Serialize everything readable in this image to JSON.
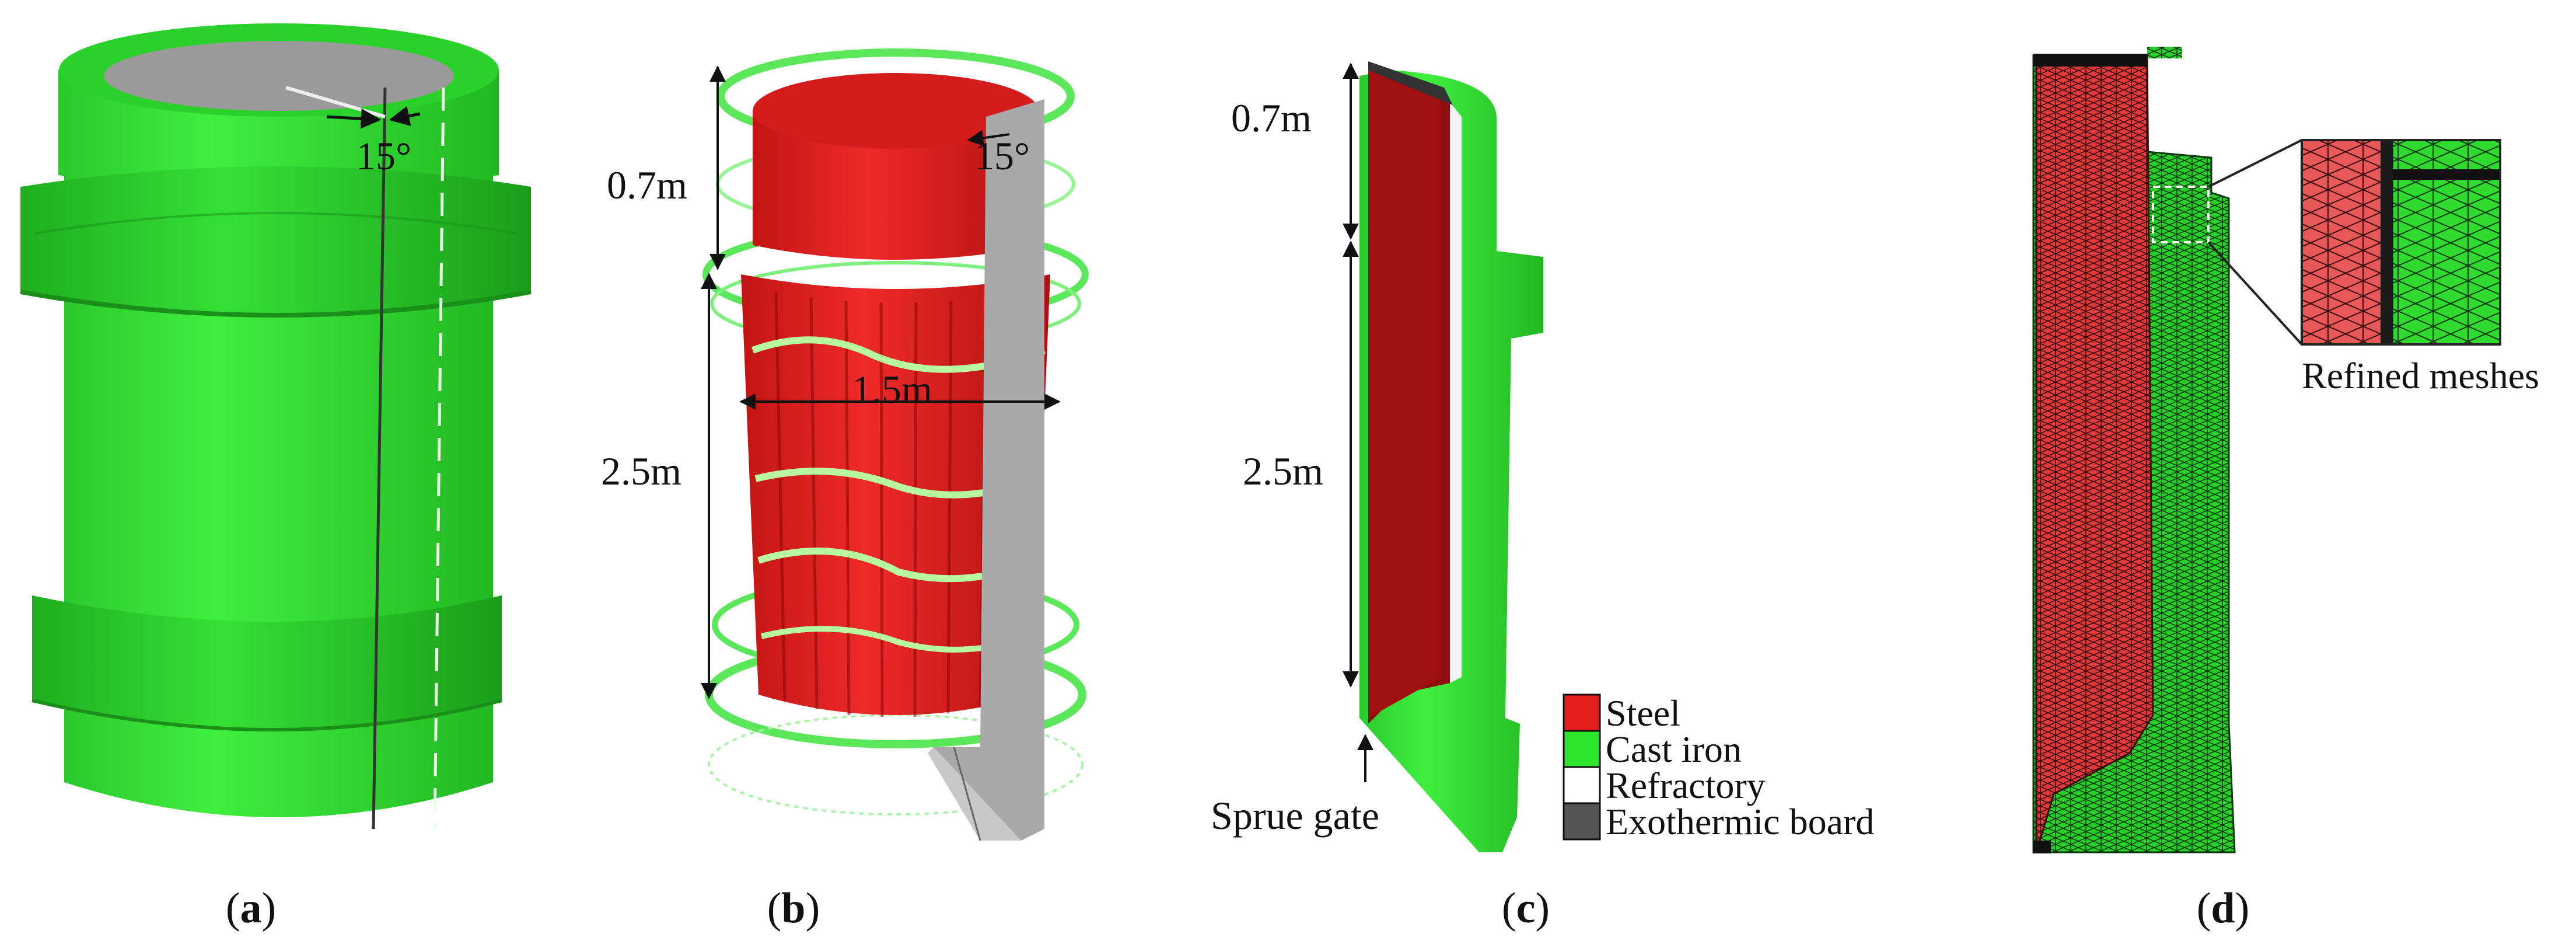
{
  "panels": {
    "a": {
      "angle_label": "15°",
      "caption_open": "(",
      "caption_letter": "a",
      "caption_close": ")"
    },
    "b": {
      "angle_label": "15°",
      "top_height": "0.7m",
      "body_height": "2.5m",
      "diameter": "1.5m",
      "caption_open": "(",
      "caption_letter": "b",
      "caption_close": ")"
    },
    "c": {
      "top_height": "0.7m",
      "body_height": "2.5m",
      "sprue_label": "Sprue gate",
      "caption_open": "(",
      "caption_letter": "c",
      "caption_close": ")"
    },
    "d": {
      "refined_label": "Refined meshes",
      "caption_open": "(",
      "caption_letter": "d",
      "caption_close": ")"
    }
  },
  "legend": {
    "items": [
      {
        "label": "Steel",
        "color": "#e41e1e"
      },
      {
        "label": "Cast iron",
        "color": "#2ee62e"
      },
      {
        "label": "Refractory",
        "color": "#ffffff"
      },
      {
        "label": "Exothermic board",
        "color": "#555555"
      }
    ]
  },
  "colors": {
    "green": "#33dd33",
    "red": "#d81c1c",
    "dark_red": "#8b0a0a",
    "grey": "#aaaaaa"
  }
}
